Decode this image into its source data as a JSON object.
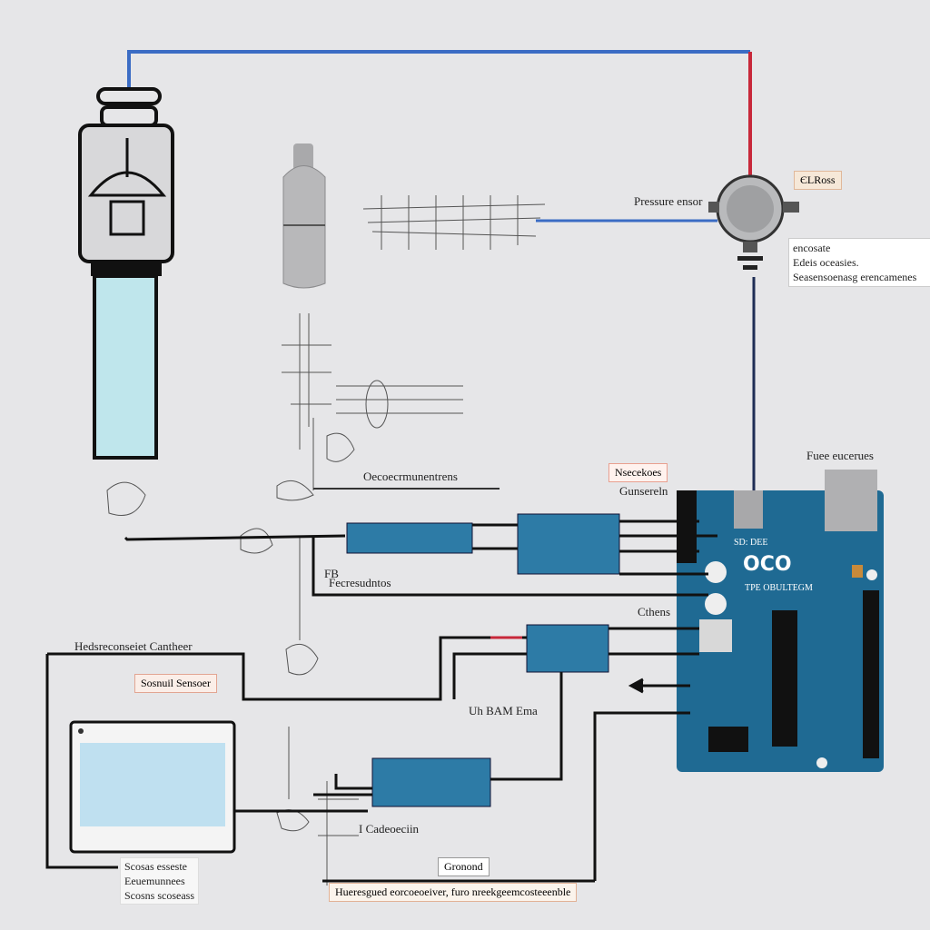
{
  "labels": {
    "valve_tag": "ЄLRoss",
    "pressure_label": "Pressure ensor",
    "notes_right": [
      "encosate",
      "Edeis  oceasies.",
      "Seasensoenasg  erencamenes"
    ],
    "flow_label": "Oecoecrmunentrens",
    "sensor_tag": "Nsecekoes",
    "gauge_label": "Gunsereln",
    "module_fb_a": "FB",
    "module_fb_b": "Fecresudntos",
    "board_title": "Fuee  eucerues",
    "board_logo": "OCO",
    "board_sub": "TPE  OBULTEGM",
    "board_pin_label": "SD: DEE",
    "side_label": "Cthens",
    "pc_title": "Hedsreconseiet  Cantheer",
    "pc_tag": "Sosnuil  Sensoer",
    "mid_label": "Uh BAM  Ema",
    "bottom_module_label": "I  Cadeoeciin",
    "ground_label": "Gronond",
    "caption": "Hueresgued  eorcoeoeiver,  furo  nreekgeemcosteeenble",
    "pc_notes": [
      "Scosas  esseste",
      "Eeuemunnees",
      "Scosns  scoseass"
    ]
  },
  "colors": {
    "wire_blue": "#3b6cc4",
    "wire_red": "#c8283a",
    "wire_black": "#111111",
    "board_blue": "#1f6a93",
    "module_blue": "#2d7ba6"
  },
  "icons": [
    "pressure-tank",
    "gas-bottle",
    "valve-gauge",
    "arduino-board",
    "sensor-module",
    "computer-monitor"
  ]
}
